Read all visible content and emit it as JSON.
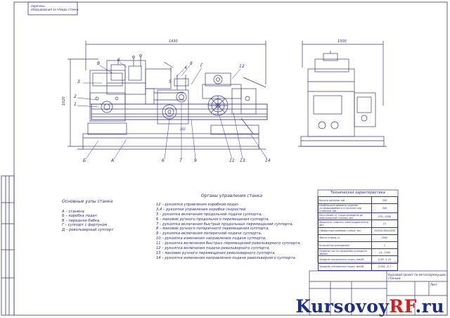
{
  "drawing": {
    "top_stamp": "перечень\nоборудования за ч/мода станка",
    "dims": {
      "length": "1430",
      "height": "1020",
      "width": "1500",
      "small": "202"
    },
    "callouts_top": [
      "В",
      "6",
      "8",
      "4",
      "5",
      "Г",
      "12"
    ],
    "callouts_left": [
      "3",
      "2",
      "1"
    ],
    "callouts_bottom": [
      "Б",
      "А",
      "6",
      "7",
      "9",
      "11",
      "13",
      "14"
    ]
  },
  "legend_units": {
    "title": "Основные узлы станка",
    "items": [
      "А – станина",
      "Б – коробка подач",
      "В – передняя бабка",
      "Г – суппорт с фартуком",
      "Д – револьверный суппорт"
    ]
  },
  "legend_controls": {
    "title": "Органы управления станка",
    "items": [
      "12 – рукоятки управления коробкой подач",
      "3,4 – рукоятки управления коробки скоростей",
      "5 – рукоятка включения продольной подачи суппорта,",
      "6 – маховик ручного продольного перемещения суппорта,",
      "7 – рукоятка включения быстрых продольных перемещений суппорта,",
      "8 – маховик ручного поперечного перемещения суппорта,",
      "9 – рукоятка включения поперечной подачи суппорта,",
      "10 – рукоятка изменения направления подачи суппорта,",
      "11 – рукоятка включения быстрых перемещений револьверного суппорта,",
      "12 – рукоятка включения подачи револьверного суппорта,",
      "13 – маховик ручного перемещения револьверного суппорта,",
      "14 – рукоятка изменения направления подачи револьверного суппорта."
    ]
  },
  "tech_spec": {
    "title": "Техническая характеристика",
    "rows": [
      {
        "param": "Высота центров, мм",
        "value": "250"
      },
      {
        "param": "Наибольший диаметр изделия устанавливаемого в патроне над станиной, мм",
        "value": "500"
      },
      {
        "param": "Расстояние от торца шпинделя до револьверной головки, мм",
        "value": "275...1000"
      },
      {
        "param": "Мощность главного электродвигателя, кВт",
        "value": "11"
      },
      {
        "param": "Габаритные размеры станка, мм",
        "value": "3430х1500х1600"
      },
      {
        "param": "Масса станка, кг",
        "value": "2900"
      },
      {
        "param": "Количество шпинделей",
        "value": "1"
      },
      {
        "param": "Пределы частот вращения шпинделя, об/мин",
        "value": "14...1500"
      },
      {
        "param": "Пределы продольных подач, мм/об",
        "value": "0,09...1,15"
      },
      {
        "param": "Пределы поперечных подач, мм/об",
        "value": "0,045...0,7"
      }
    ]
  },
  "title_block": {
    "caption": "Курсовой проект по металлорежущим станкам",
    "sheet": "Лист"
  },
  "watermark": {
    "main": "Kursovoy",
    "accent": "RF",
    "suffix": ".ru"
  },
  "colors": {
    "line": "#3a3a80",
    "text": "#2a2a7a",
    "watermark_blue": "#1c2e8a",
    "watermark_red": "#d81b1b"
  }
}
